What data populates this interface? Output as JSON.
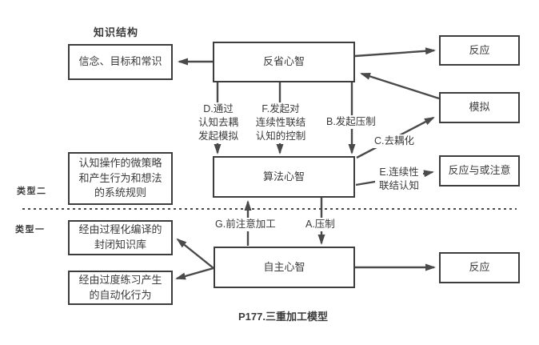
{
  "diagram": {
    "header_label": "知识结构",
    "caption": "P177.三重加工模型",
    "type_labels": {
      "type2": "类型二",
      "type1": "类型一"
    },
    "minds": {
      "reflective": "反省心智",
      "algorithmic": "算法心智",
      "autonomous": "自主心智"
    },
    "knowledge_boxes": {
      "beliefs": "信念、目标和常识",
      "micro_strategies": "认知操作的微策略\n和产生行为和想法\n的系统规则",
      "compiled_knowledge": "经由过程化编译的\n封闭知识库",
      "automatized_behavior": "经由过度练习产生\n的自动化行为"
    },
    "output_boxes": {
      "response_top": "反应",
      "simulation": "模拟",
      "response_or_attention": "反应与或注意",
      "response_bottom": "反应"
    },
    "arrow_labels": {
      "a": "A.压制",
      "b": "B.发起压制",
      "c": "C.去耦化",
      "d": "D.通过\n认知去耦\n发起模拟",
      "e": "E.连续性\n联结认知",
      "f": "F.发起对\n连续性联结\n认知的控制",
      "g": "G.前注意加工"
    },
    "colors": {
      "ink": "#3b3b3b",
      "box_border": "#3d3d3d",
      "arrow": "#4a4a4a",
      "background": "#ffffff"
    }
  }
}
